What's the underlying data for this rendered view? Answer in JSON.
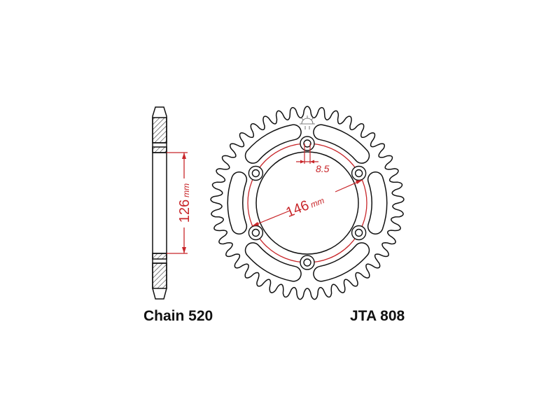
{
  "chain_label": "Chain 520",
  "part_number": "JTA 808",
  "dimensions": {
    "offset": "126",
    "offset_unit": "mm",
    "bolt_circle": "146",
    "bolt_circle_unit": "mm",
    "bolt_hole": "8.5"
  },
  "sprocket": {
    "teeth": 41,
    "bolts": 6
  },
  "colors": {
    "line": "#111111",
    "dimension": "#c8262a"
  }
}
